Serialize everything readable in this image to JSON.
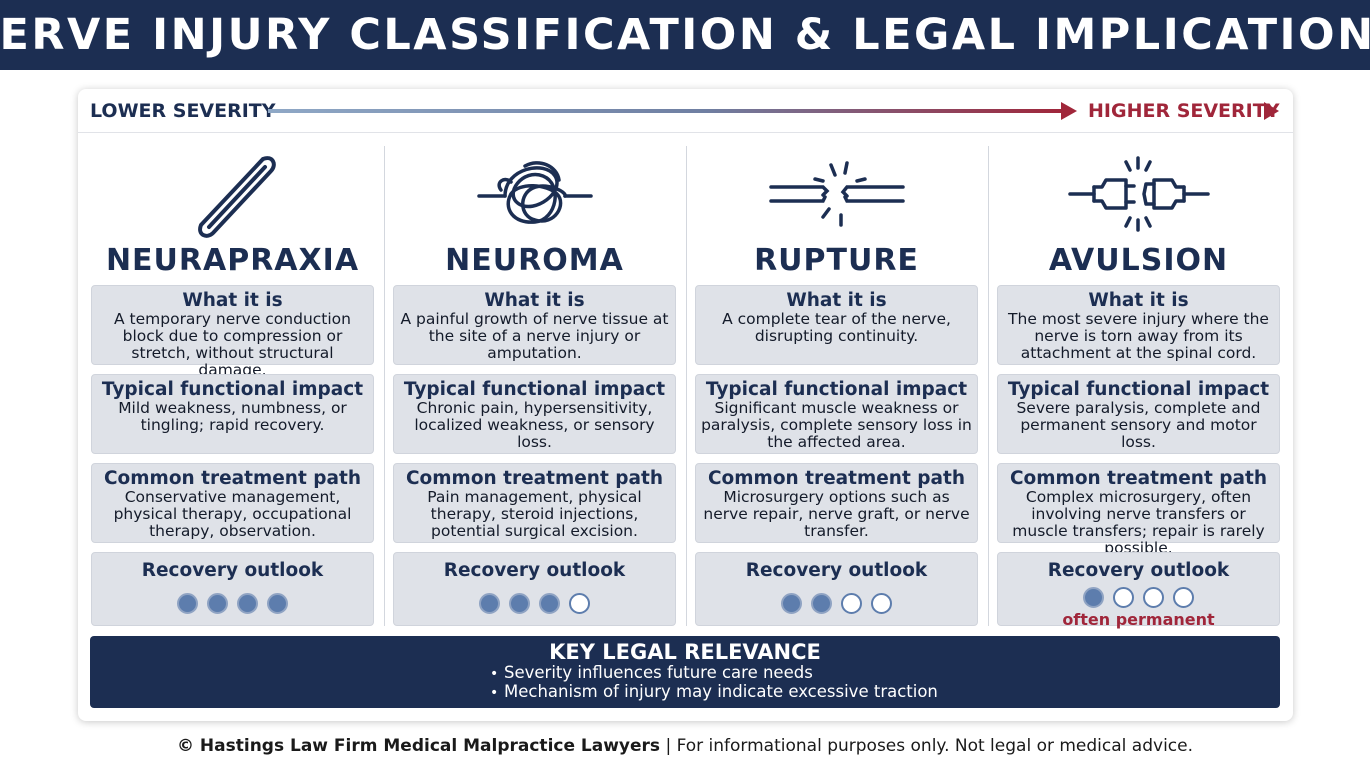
{
  "header": {
    "title": "NERVE INJURY CLASSIFICATION & LEGAL IMPLICATIONS"
  },
  "severity": {
    "low_label": "LOWER SEVERITY",
    "high_label": "HIGHER SEVERITY"
  },
  "columns": [
    {
      "icon": "intact-nerve-loop-icon",
      "title": "NEURAPRAXIA",
      "what_heading": "What it is",
      "what_text": "A temporary nerve conduction block due to compression or stretch, without structural damage.",
      "impact_heading": "Typical functional impact",
      "impact_text": "Mild weakness, numbness, or tingling; rapid recovery.",
      "treatment_heading": "Common treatment path",
      "treatment_text": "Conservative management, physical therapy, occupational therapy, observation.",
      "recovery_heading": "Recovery outlook",
      "recovery_filled": 4,
      "recovery_total": 4,
      "recovery_note": ""
    },
    {
      "icon": "tangled-nerve-knot-icon",
      "title": "NEUROMA",
      "what_heading": "What it is",
      "what_text": "A painful growth of nerve tissue at the site of a nerve injury or amputation.",
      "impact_heading": "Typical functional impact",
      "impact_text": "Chronic pain, hypersensitivity, localized weakness, or sensory loss.",
      "treatment_heading": "Common treatment path",
      "treatment_text": "Pain management, physical therapy, steroid injections, potential surgical excision.",
      "recovery_heading": "Recovery outlook",
      "recovery_filled": 3,
      "recovery_total": 4,
      "recovery_note": ""
    },
    {
      "icon": "torn-nerve-icon",
      "title": "RUPTURE",
      "what_heading": "What it is",
      "what_text": "A complete tear of the nerve, disrupting continuity.",
      "impact_heading": "Typical functional impact",
      "impact_text": "Significant muscle weakness or paralysis, complete sensory loss in the affected area.",
      "treatment_heading": "Common treatment path",
      "treatment_text": "Microsurgery options such as nerve repair, nerve graft, or nerve transfer.",
      "recovery_heading": "Recovery outlook",
      "recovery_filled": 2,
      "recovery_total": 4,
      "recovery_note": ""
    },
    {
      "icon": "unplugged-connector-icon",
      "title": "AVULSION",
      "what_heading": "What it is",
      "what_text": "The most severe injury where the nerve is torn away from its attachment at the spinal cord.",
      "impact_heading": "Typical functional impact",
      "impact_text": "Severe paralysis, complete and permanent sensory and motor loss.",
      "treatment_heading": "Common treatment path",
      "treatment_text": "Complex microsurgery, often involving nerve transfers or muscle transfers; repair is rarely possible.",
      "recovery_heading": "Recovery outlook",
      "recovery_filled": 1,
      "recovery_total": 4,
      "recovery_note": "often permanent"
    }
  ],
  "legal": {
    "title": "KEY LEGAL RELEVANCE",
    "items": [
      "Severity influences future care needs",
      "Mechanism of injury may indicate excessive traction"
    ]
  },
  "footer": {
    "brand": "© Hastings Law Firm Medical Malpractice Lawyers",
    "disclaimer": " | For informational purposes only. Not legal or medical advice."
  },
  "colors": {
    "navy": "#1c2e52",
    "accent_red": "#a0263a",
    "dot_blue": "#5d7dad",
    "box_gray": "#dfe2e8"
  }
}
